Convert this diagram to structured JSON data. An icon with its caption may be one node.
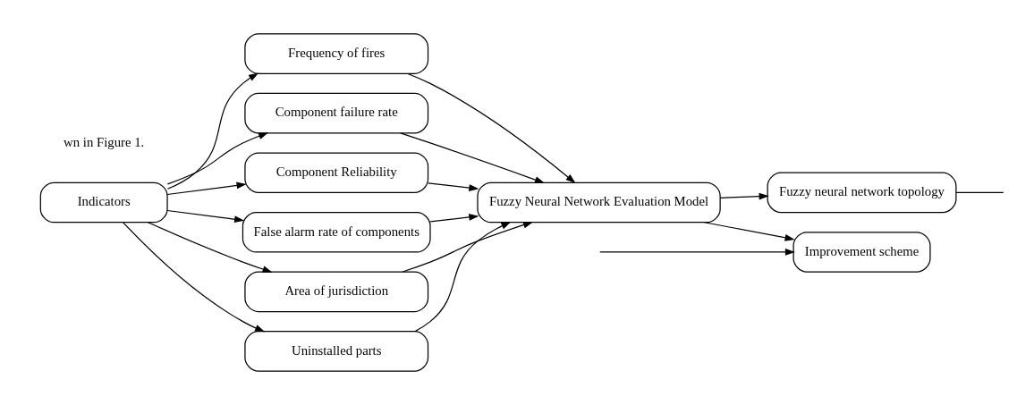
{
  "diagram": {
    "nodes": [
      {
        "text": [
          "Indicators"
        ]
      },
      {
        "text": [
          "Frequency of fires"
        ]
      },
      {
        "text": [
          "Component failure rate"
        ]
      },
      {
        "text": [
          "Component Reliability"
        ]
      },
      {
        "text": [
          "False alarm rate of components"
        ]
      },
      {
        "text": [
          "Area of jurisdiction"
        ]
      },
      {
        "text": [
          "Uninstalled parts"
        ]
      },
      {
        "text": [
          "Fuzzy Neural Network Evaluation Model"
        ]
      },
      {
        "text": [
          "Fuzzy neural network topology"
        ]
      },
      {
        "text": [
          "Improvement scheme"
        ]
      }
    ],
    "edges": [
      {
        "from": 0,
        "to": 1,
        "arrow": "to"
      },
      {
        "from": 0,
        "to": 2,
        "arrow": "to"
      },
      {
        "from": 0,
        "to": 3,
        "arrow": "to"
      },
      {
        "from": 0,
        "to": 4,
        "arrow": "to"
      },
      {
        "from": 0,
        "to": 5,
        "arrow": "to"
      },
      {
        "from": 0,
        "to": 6,
        "arrow": "to"
      },
      {
        "from": 1,
        "to": 7,
        "arrow": "to"
      },
      {
        "from": 2,
        "to": 7,
        "arrow": "to"
      },
      {
        "from": 3,
        "to": 7,
        "arrow": "to"
      },
      {
        "from": 4,
        "to": 7,
        "arrow": "to"
      },
      {
        "from": 5,
        "to": 7,
        "arrow": "to"
      },
      {
        "from": 6,
        "to": 7,
        "arrow": "to"
      },
      {
        "from": 7,
        "to": 8,
        "arrow": "to"
      },
      {
        "from": 7,
        "to": 9,
        "arrow": "to"
      },
      {
        "from": 8,
        "to": null,
        "arrow": "none"
      },
      {
        "from": null,
        "to": 9,
        "arrow": "to"
      }
    ],
    "labels": [
      "wn in Figure 1."
    ]
  }
}
